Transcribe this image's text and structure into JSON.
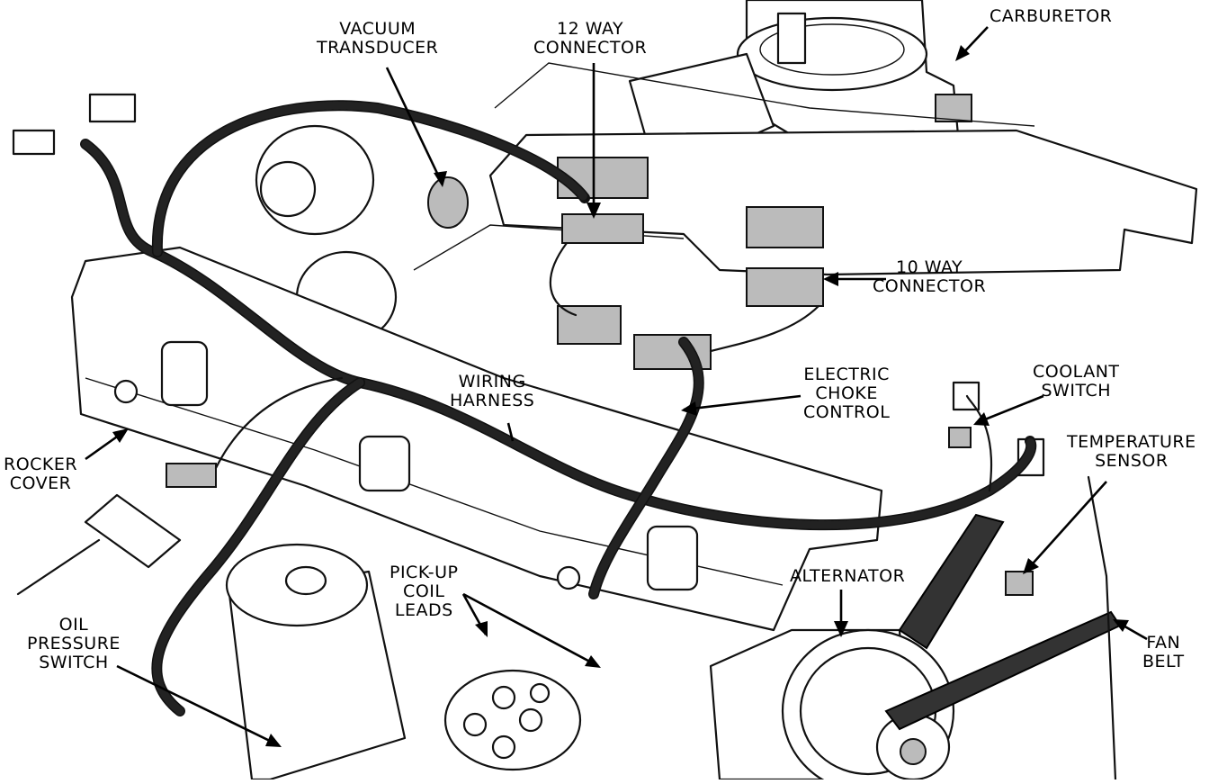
{
  "labels": {
    "vacuum_transducer": [
      "VACUUM",
      "TRANSDUCER"
    ],
    "twelve_way_connector": [
      "12 WAY",
      "CONNECTOR"
    ],
    "carburetor": [
      "CARBURETOR"
    ],
    "ten_way_connector": [
      "10 WAY",
      "CONNECTOR"
    ],
    "electric_choke_control": [
      "ELECTRIC",
      "CHOKE",
      "CONTROL"
    ],
    "coolant_switch": [
      "COOLANT",
      "SWITCH"
    ],
    "wiring_harness": [
      "WIRING",
      "HARNESS"
    ],
    "temperature_sensor": [
      "TEMPERATURE",
      "SENSOR"
    ],
    "rocker_cover": [
      "ROCKER",
      "COVER"
    ],
    "pick_up_coil_leads": [
      "PICK-UP",
      "COIL",
      "LEADS"
    ],
    "alternator": [
      "ALTERNATOR"
    ],
    "oil_pressure_switch": [
      "OIL",
      "PRESSURE",
      "SWITCH"
    ],
    "fan_belt": [
      "FAN",
      "BELT"
    ]
  },
  "colors": {
    "ink": "#111111",
    "paper": "#ffffff",
    "shade": "#bbbbbb"
  }
}
